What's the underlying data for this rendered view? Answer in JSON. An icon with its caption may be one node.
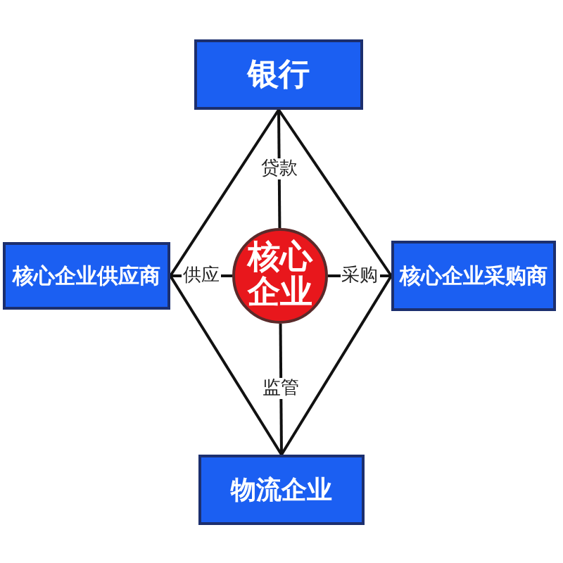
{
  "diagram": {
    "nodes": [
      {
        "text": [
          "银行"
        ]
      },
      {
        "text": [
          "核心企业供应商"
        ]
      },
      {
        "text": [
          "核心企业"
        ]
      },
      {
        "text": [
          "核心企业采购商"
        ]
      },
      {
        "text": [
          "物流企业"
        ]
      }
    ],
    "edges": [
      {
        "from": 0,
        "to": 2,
        "arrow": "none",
        "label": "贷款"
      },
      {
        "from": 1,
        "to": 2,
        "arrow": "none",
        "label": "供应"
      },
      {
        "from": 2,
        "to": 3,
        "arrow": "none",
        "label": "采购"
      },
      {
        "from": 2,
        "to": 4,
        "arrow": "none",
        "label": "监管"
      },
      {
        "from": 0,
        "to": 1,
        "arrow": "none"
      },
      {
        "from": 0,
        "to": 3,
        "arrow": "none"
      },
      {
        "from": 1,
        "to": 4,
        "arrow": "none"
      },
      {
        "from": 3,
        "to": 4,
        "arrow": "none"
      }
    ]
  }
}
